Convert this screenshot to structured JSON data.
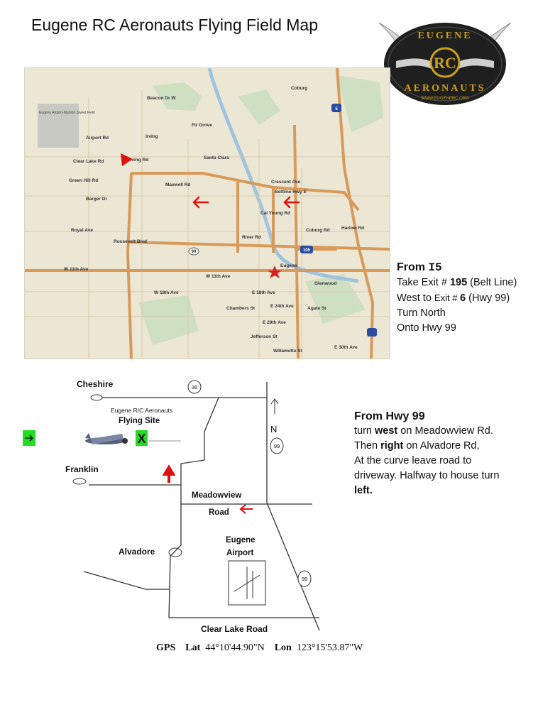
{
  "page_title": "Eugene RC Aeronauts Flying Field Map",
  "logo": {
    "top_text": "EUGENE",
    "center_text": "RC",
    "bottom_text": "AERONAUTS",
    "url_text": "WWW.EUGENERC.ORG",
    "colors": {
      "dark": "#1f1f1f",
      "gold": "#c9a21a",
      "silver": "#d8d8d8"
    }
  },
  "city_map": {
    "labels": {
      "coburg": "Coburg",
      "beacon": "Beacon Dr W",
      "fir_grove": "Fir Grove",
      "airport_rd": "Airport Rd",
      "irving": "Irving",
      "clear_lake": "Clear Lake Rd",
      "irving_rd": "Irving Rd",
      "santa_clara": "Santa Clara",
      "crescent": "Crescent Ave",
      "maxwell": "Maxwell Rd",
      "barger": "Barger Dr",
      "cal_young": "Cal Young Rd",
      "royal": "Royal Ave",
      "harlow": "Harlow Rd",
      "roosevelt": "Roosevelt Blvd",
      "w11th": "W 11th Ave",
      "w11th_2": "W 11th Ave",
      "w18th": "W 18th Ave",
      "e18th": "E 18th Ave",
      "e24th": "E 24th Ave",
      "e29th": "E 29th Ave",
      "e30th": "E 30th Ave",
      "eugene": "Eugene",
      "green_hill": "Green Hill Rd",
      "beltline_hwy": "Beltline Hwy E",
      "airport_label": "Eugene Airport-Mahlon Sweet Field",
      "i5": "5",
      "i105": "105",
      "hwy99": "99",
      "glenwood": "Glenwood",
      "coburg_rd": "Coburg Rd",
      "river_rd": "River Rd",
      "chambers": "Chambers St",
      "jefferson": "Jefferson St",
      "willamette": "Willamette St",
      "agate": "Agate St"
    }
  },
  "directions_i5": {
    "heading_prefix": "From ",
    "heading_code": "I5",
    "line1_a": "Take Exit # ",
    "line1_b": "195",
    "line1_c": " (Belt Line)",
    "line2_a": "West to ",
    "line2_b": "Exit # ",
    "line2_c": "6",
    "line2_d": " (Hwy 99)",
    "line3": "Turn North",
    "line4": "Onto Hwy 99"
  },
  "local_map": {
    "cheshire": "Cheshire",
    "hwy36": "36",
    "club_name": "Eugene R/C Aeronauts",
    "flying_site": "Flying Site",
    "x_mark": "X",
    "north": "N",
    "hwy99_a": "99",
    "franklin": "Franklin",
    "meadowview": "Meadowview",
    "road": "Road",
    "eugene": "Eugene",
    "airport": "Airport",
    "alvadore": "Alvadore",
    "hwy99_b": "99",
    "clear_lake_road": "Clear Lake Road",
    "arrow_color": "#e01010",
    "marker_green": "#22dd22"
  },
  "directions_hwy99": {
    "heading": "From Hwy 99",
    "l1_a": "turn ",
    "l1_b": "west",
    "l1_c": " on Meadowview Rd.",
    "l2_a": "Then ",
    "l2_b": "right",
    "l2_c": " on Alvadore Rd,",
    "l3": "At the curve leave road to",
    "l4": "driveway. Halfway to house turn",
    "l5": "left."
  },
  "gps": {
    "label": "GPS",
    "lat_label": "Lat",
    "lat_value": "44°10'44.90\"N",
    "lon_label": "Lon",
    "lon_value": "123°15'53.87\"W"
  }
}
